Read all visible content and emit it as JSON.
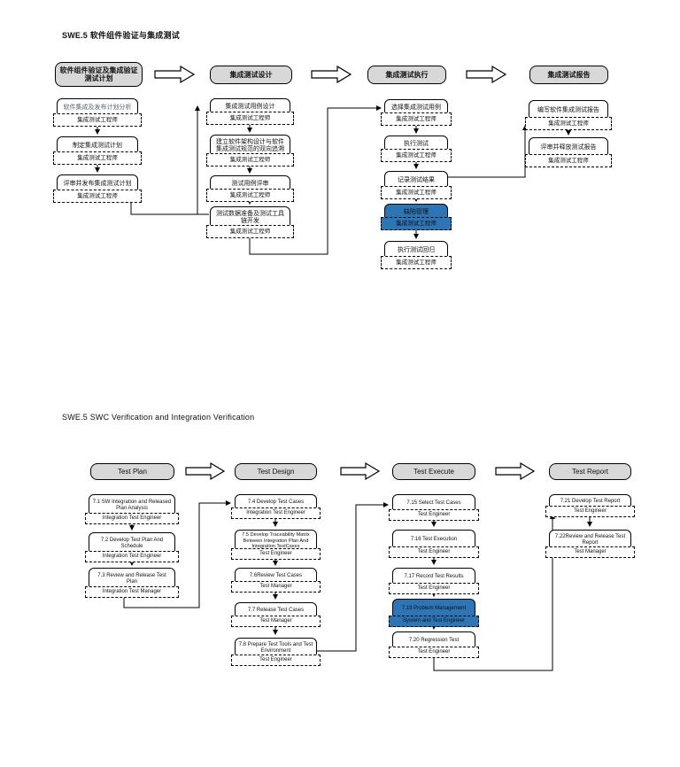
{
  "colors": {
    "highlight_blue": "#2e75b6",
    "phase_header_gray": "#d8d8d8"
  },
  "diagram_cn": {
    "title": "SWE.5 软件组件验证与集成测试",
    "phases": [
      "软件组件验证及集成验证测试计划",
      "集成测试设计",
      "集成测试执行",
      "集成测试报告"
    ],
    "columns": [
      {
        "boxes": [
          {
            "title": "软件集成及发布计划分析",
            "role": "集成测试工程师"
          },
          {
            "title": "制定集成测试计划",
            "role": "集成测试工程师"
          },
          {
            "title": "评审并发布集成测试计划",
            "role": "集成测试工程师"
          }
        ]
      },
      {
        "boxes": [
          {
            "title": "集成测试用例设计",
            "role": "集成测试工程师"
          },
          {
            "title": "建立软件架构设计与软件集成测试规范的双向追溯",
            "role": "集成测试工程师"
          },
          {
            "title": "测试用例评审",
            "role": "集成测试工程师"
          },
          {
            "title": "测试数据准备及测试工具链开发",
            "role": "集成测试工程师"
          }
        ]
      },
      {
        "boxes": [
          {
            "title": "选择集成测试用例",
            "role": "集成测试工程师"
          },
          {
            "title": "执行测试",
            "role": "集成测试工程师"
          },
          {
            "title": "记录测试结果",
            "role": "集成测试工程师"
          },
          {
            "title": "缺陷管理",
            "role": "集成测试工程师"
          },
          {
            "title": "执行测试回归",
            "role": "集成测试工程师"
          }
        ]
      },
      {
        "boxes": [
          {
            "title": "编写软件集成测试报告",
            "role": "集成测试工程师"
          },
          {
            "title": "评审并释放测试报告",
            "role": "集成测试工程师"
          }
        ]
      }
    ]
  },
  "diagram_en": {
    "title": "SWE.5 SWC Verification and Integration Verification",
    "phases": [
      "Test Plan",
      "Test Design",
      "Test Execute",
      "Test Report"
    ],
    "columns": [
      {
        "boxes": [
          {
            "title": "7.1 SW Integration and Released Plan Analysis",
            "role": "Integration Test Engineer"
          },
          {
            "title": "7.2 Develop Test Plan And Schedule",
            "role": "Integration Test Engineer"
          },
          {
            "title": "7.3 Review and Release Test Plan",
            "role": "Integration Test Manager"
          }
        ]
      },
      {
        "boxes": [
          {
            "title": "7.4 Develop Test Cases",
            "role": "Integration Test Engineer"
          },
          {
            "title": "7.5 Develop Traceability Matrix Between Integration Plan And Integration TestCases",
            "role": "Test Engineer"
          },
          {
            "title": "7.6Review Test Cases",
            "role": "Test Manager"
          },
          {
            "title": "7.7 Release Test Cases",
            "role": "Test Manager"
          },
          {
            "title": "7.8 Prepare Test Tools and Test Environment",
            "role": "Test Engineer"
          }
        ]
      },
      {
        "boxes": [
          {
            "title": "7.15 Select Test Cases",
            "role": "Test Engineer"
          },
          {
            "title": "7.16 Test Execution",
            "role": "Test Engineer"
          },
          {
            "title": "7.17 Record Test Results",
            "role": "Test Engineer"
          },
          {
            "title": "7.19 Problem Management",
            "role": "System and Test Engineer"
          },
          {
            "title": "7.20 Regression Test",
            "role": "Test Engineer"
          }
        ]
      },
      {
        "boxes": [
          {
            "title": "7.21 Develop Test Report",
            "role": "Test Engineer"
          },
          {
            "title": "7.22Review and Release Test Report",
            "role": "Test Manager"
          }
        ]
      }
    ]
  }
}
